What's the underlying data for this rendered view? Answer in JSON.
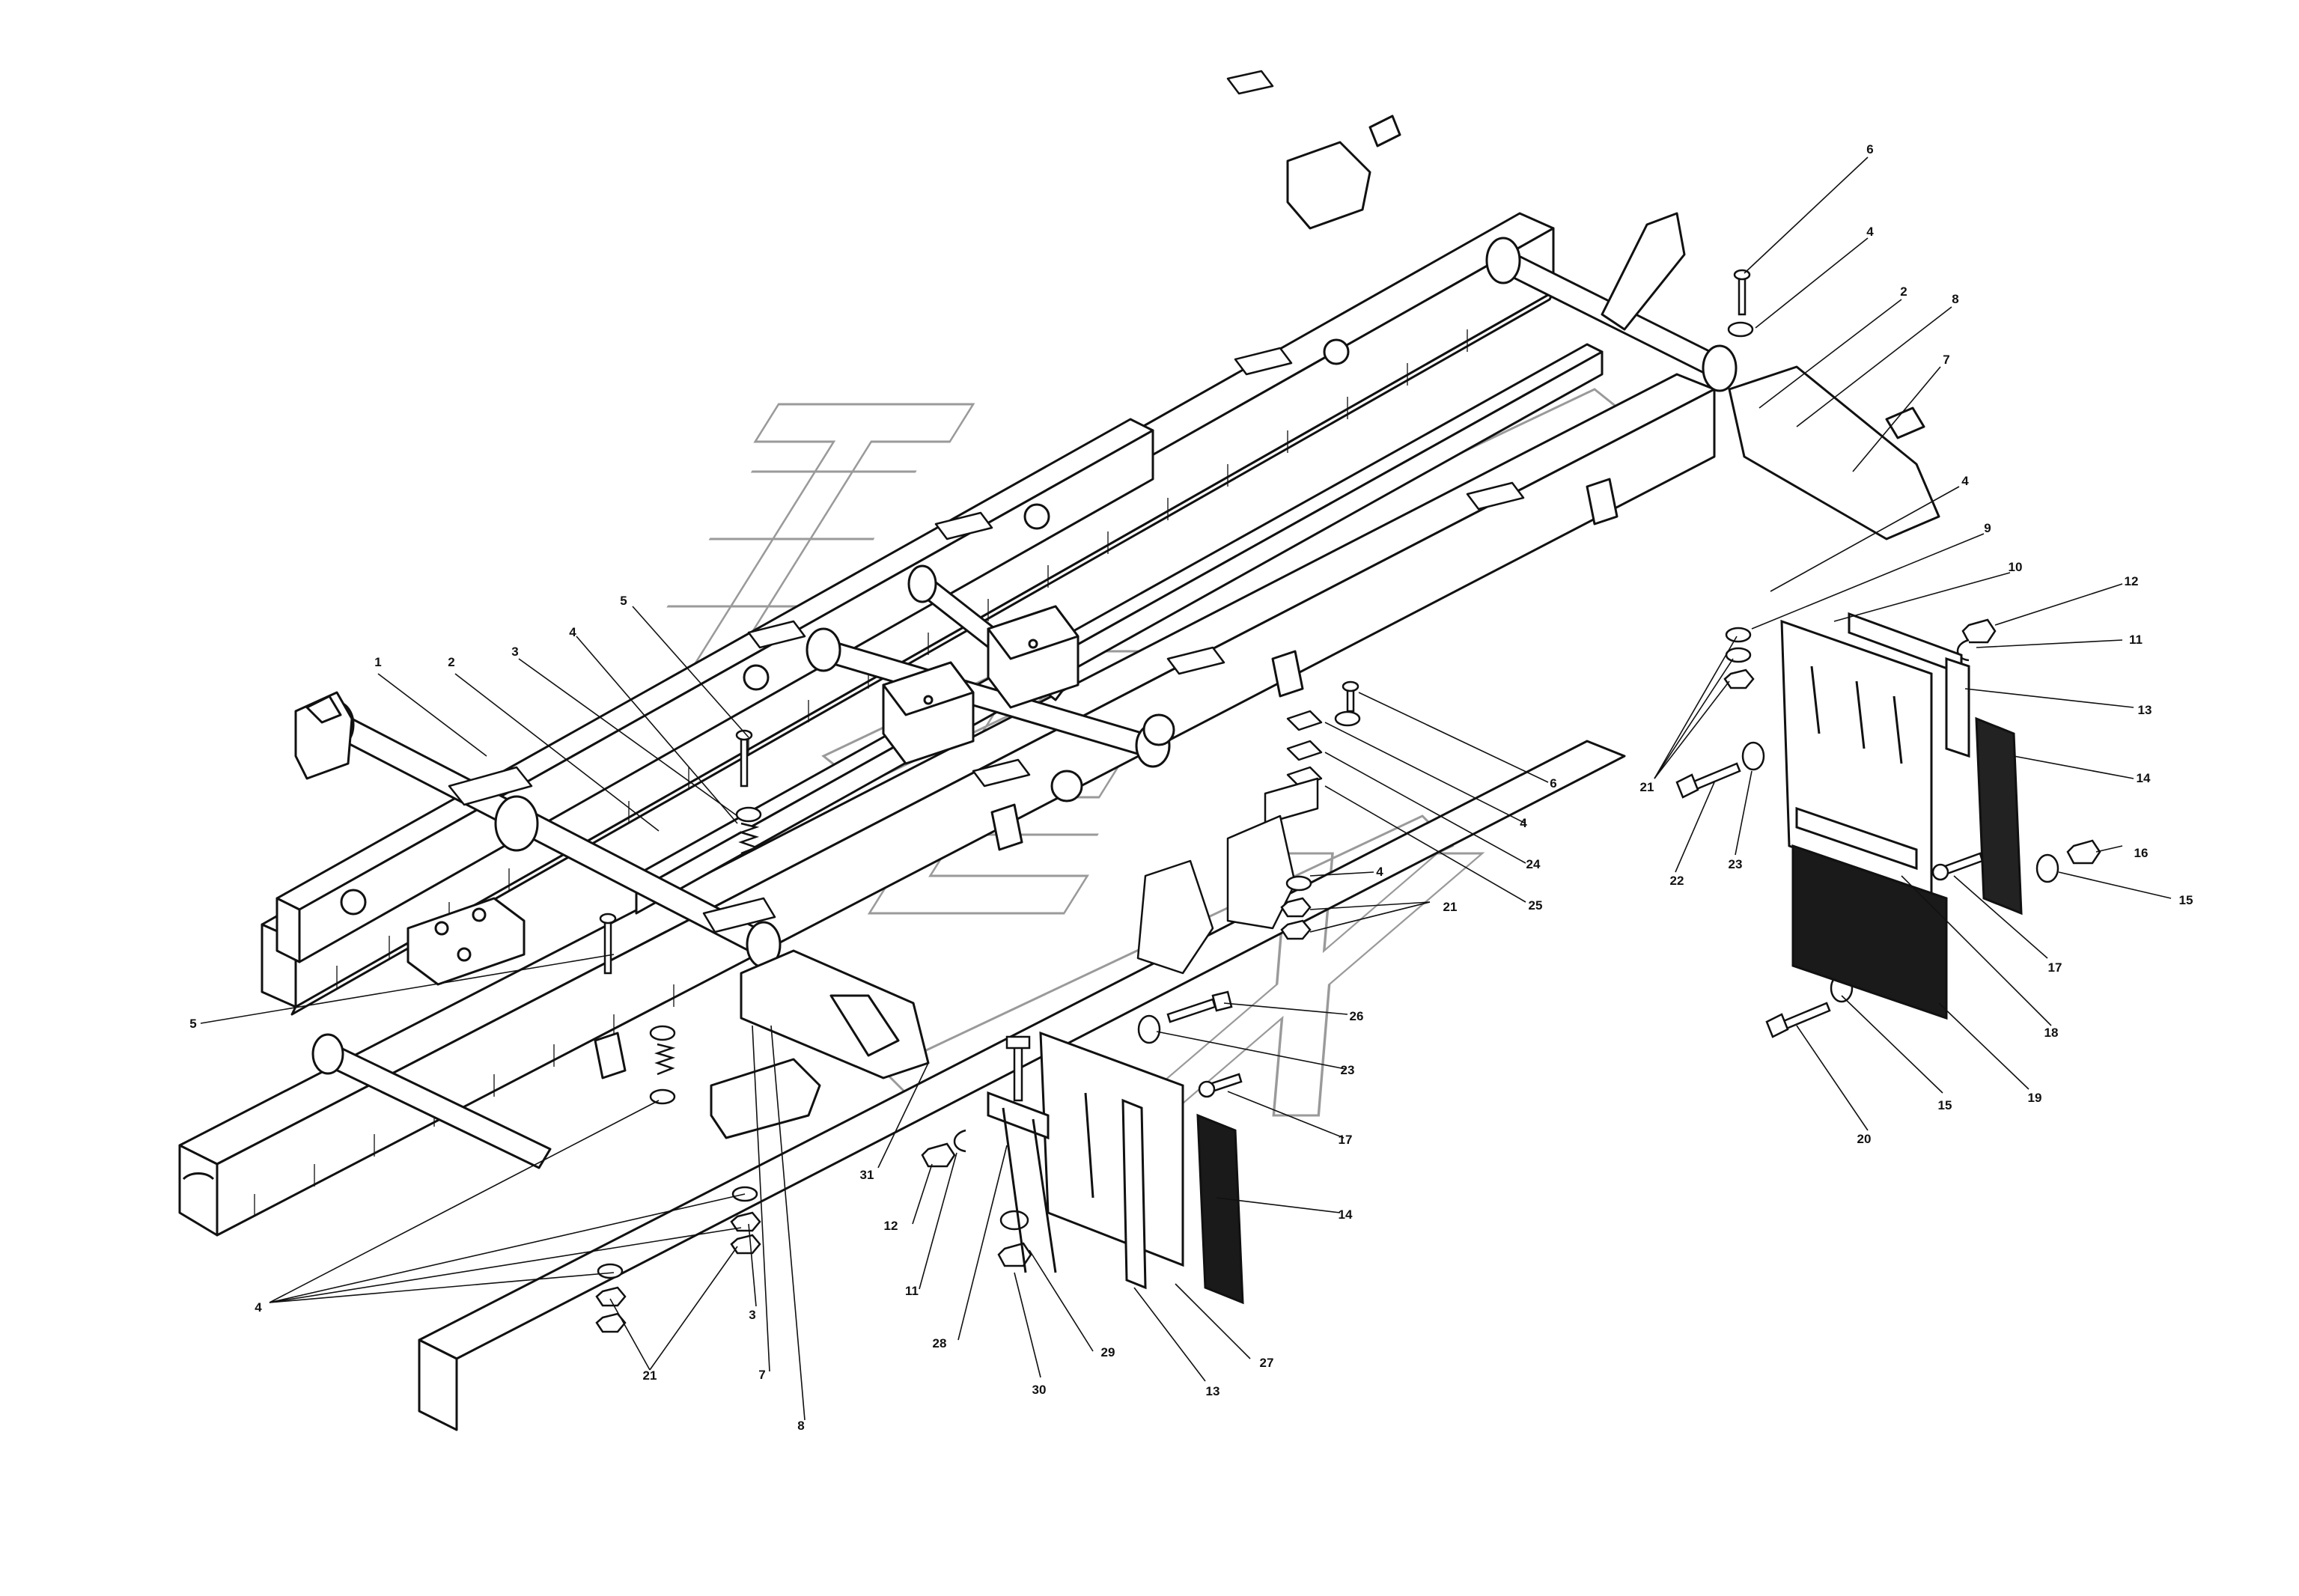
{
  "diagram": {
    "watermark_text": "ТЕХ",
    "colors": {
      "ink": "#111111",
      "paper": "#ffffff",
      "watermark": "#9a9a9a"
    }
  },
  "callouts": [
    {
      "id": "c01",
      "text": "1"
    },
    {
      "id": "c02",
      "text": "2"
    },
    {
      "id": "c03",
      "text": "3"
    },
    {
      "id": "c04",
      "text": "4"
    },
    {
      "id": "c05",
      "text": "5"
    },
    {
      "id": "c06",
      "text": "5"
    },
    {
      "id": "c07",
      "text": "4"
    },
    {
      "id": "c08",
      "text": "21"
    },
    {
      "id": "c09",
      "text": "3"
    },
    {
      "id": "c10",
      "text": "7"
    },
    {
      "id": "c11",
      "text": "8"
    },
    {
      "id": "c12",
      "text": "31"
    },
    {
      "id": "c13",
      "text": "12"
    },
    {
      "id": "c14",
      "text": "11"
    },
    {
      "id": "c15",
      "text": "28"
    },
    {
      "id": "c16",
      "text": "30"
    },
    {
      "id": "c17",
      "text": "29"
    },
    {
      "id": "c18",
      "text": "13"
    },
    {
      "id": "c19",
      "text": "27"
    },
    {
      "id": "c20",
      "text": "14"
    },
    {
      "id": "c21",
      "text": "17"
    },
    {
      "id": "c22",
      "text": "23"
    },
    {
      "id": "c23",
      "text": "26"
    },
    {
      "id": "c24",
      "text": "4"
    },
    {
      "id": "c25",
      "text": "21"
    },
    {
      "id": "c26",
      "text": "25"
    },
    {
      "id": "c27",
      "text": "24"
    },
    {
      "id": "c28",
      "text": "4"
    },
    {
      "id": "c29",
      "text": "6"
    },
    {
      "id": "c30",
      "text": "6"
    },
    {
      "id": "c31",
      "text": "4"
    },
    {
      "id": "c32",
      "text": "2"
    },
    {
      "id": "c33",
      "text": "8"
    },
    {
      "id": "c34",
      "text": "7"
    },
    {
      "id": "c35",
      "text": "4"
    },
    {
      "id": "c36",
      "text": "9"
    },
    {
      "id": "c37",
      "text": "10"
    },
    {
      "id": "c38",
      "text": "12"
    },
    {
      "id": "c39",
      "text": "11"
    },
    {
      "id": "c40",
      "text": "13"
    },
    {
      "id": "c41",
      "text": "14"
    },
    {
      "id": "c42",
      "text": "16"
    },
    {
      "id": "c43",
      "text": "15"
    },
    {
      "id": "c44",
      "text": "17"
    },
    {
      "id": "c45",
      "text": "18"
    },
    {
      "id": "c46",
      "text": "19"
    },
    {
      "id": "c47",
      "text": "15"
    },
    {
      "id": "c48",
      "text": "20"
    },
    {
      "id": "c49",
      "text": "22"
    },
    {
      "id": "c50",
      "text": "23"
    },
    {
      "id": "c51",
      "text": "21"
    }
  ]
}
